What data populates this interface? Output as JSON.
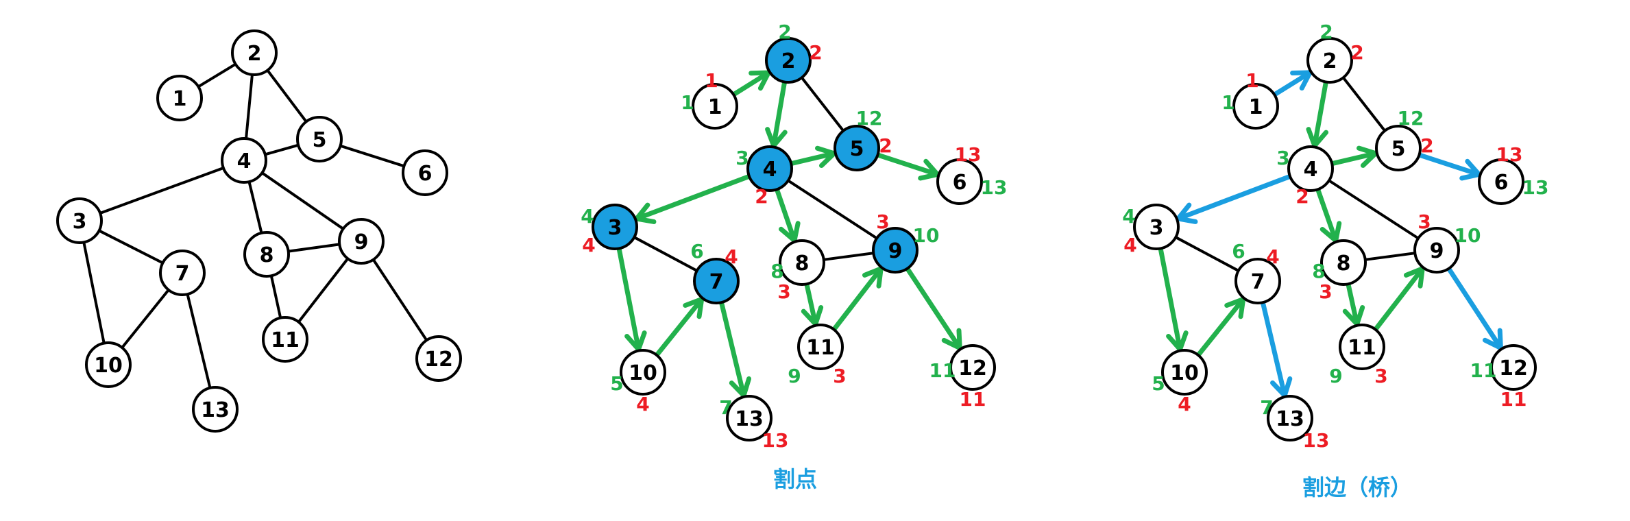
{
  "colors": {
    "black": "#000000",
    "green": "#22b14c",
    "red": "#ed1c24",
    "blue": "#1a9ee0",
    "highlight": "#1a9ee0"
  },
  "node_labels": {
    "1": "1",
    "2": "2",
    "3": "3",
    "4": "4",
    "5": "5",
    "6": "6",
    "7": "7",
    "8": "8",
    "9": "9",
    "10": "10",
    "11": "11",
    "12": "12",
    "13": "13"
  },
  "edges": [
    [
      "1",
      "2"
    ],
    [
      "2",
      "4"
    ],
    [
      "2",
      "5"
    ],
    [
      "4",
      "5"
    ],
    [
      "5",
      "6"
    ],
    [
      "4",
      "3"
    ],
    [
      "4",
      "8"
    ],
    [
      "4",
      "9"
    ],
    [
      "8",
      "9"
    ],
    [
      "8",
      "11"
    ],
    [
      "9",
      "11"
    ],
    [
      "9",
      "12"
    ],
    [
      "3",
      "10"
    ],
    [
      "3",
      "7"
    ],
    [
      "7",
      "10"
    ],
    [
      "7",
      "13"
    ]
  ],
  "dfs": {
    "1": {
      "dfn": "1",
      "low": "1"
    },
    "2": {
      "dfn": "2",
      "low": "2"
    },
    "3": {
      "dfn": "4",
      "low": "4"
    },
    "4": {
      "dfn": "3",
      "low": "2"
    },
    "5": {
      "dfn": "12",
      "low": "2"
    },
    "6": {
      "dfn": "13",
      "low": "13"
    },
    "7": {
      "dfn": "6",
      "low": "4"
    },
    "8": {
      "dfn": "8",
      "low": "3"
    },
    "9": {
      "dfn": "10",
      "low": "3"
    },
    "10": {
      "dfn": "5",
      "low": "4"
    },
    "11": {
      "dfn": "9",
      "low": "3"
    },
    "12": {
      "dfn": "11",
      "low": "11"
    },
    "13": {
      "dfn": "7",
      "low": "13"
    }
  },
  "panels": {
    "original": {
      "caption": ""
    },
    "cut_vertex": {
      "caption": "割点",
      "highlighted_nodes": [
        "2",
        "3",
        "4",
        "5",
        "7",
        "9"
      ],
      "tree_edges": [
        [
          "1",
          "2"
        ],
        [
          "2",
          "4"
        ],
        [
          "4",
          "5"
        ],
        [
          "5",
          "6"
        ],
        [
          "4",
          "3"
        ],
        [
          "4",
          "8"
        ],
        [
          "8",
          "11"
        ],
        [
          "11",
          "9"
        ],
        [
          "9",
          "12"
        ],
        [
          "3",
          "10"
        ],
        [
          "10",
          "7"
        ],
        [
          "7",
          "13"
        ]
      ],
      "back_edges": [
        [
          "2",
          "5"
        ],
        [
          "4",
          "9"
        ],
        [
          "8",
          "9"
        ],
        [
          "3",
          "7"
        ]
      ]
    },
    "bridge": {
      "caption": "割边（桥）",
      "tree_edges_green": [
        [
          "2",
          "4"
        ],
        [
          "4",
          "5"
        ],
        [
          "4",
          "8"
        ],
        [
          "8",
          "11"
        ],
        [
          "11",
          "9"
        ],
        [
          "3",
          "10"
        ],
        [
          "10",
          "7"
        ]
      ],
      "bridge_edges_blue": [
        [
          "1",
          "2"
        ],
        [
          "5",
          "6"
        ],
        [
          "4",
          "3"
        ],
        [
          "9",
          "12"
        ],
        [
          "7",
          "13"
        ]
      ],
      "back_edges": [
        [
          "2",
          "5"
        ],
        [
          "4",
          "9"
        ],
        [
          "8",
          "9"
        ],
        [
          "3",
          "7"
        ]
      ]
    }
  }
}
